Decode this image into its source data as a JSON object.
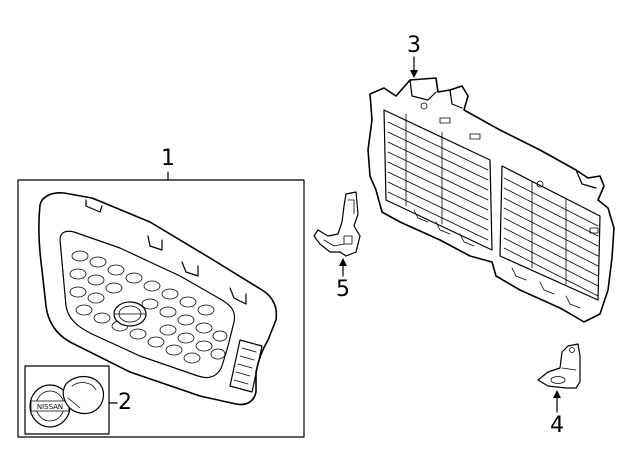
{
  "diagram": {
    "callouts": [
      {
        "id": "1",
        "label": "1",
        "part": "grille-assembly"
      },
      {
        "id": "2",
        "label": "2",
        "part": "emblem"
      },
      {
        "id": "3",
        "label": "3",
        "part": "air-guide-frame"
      },
      {
        "id": "4",
        "label": "4",
        "part": "bracket"
      },
      {
        "id": "5",
        "label": "5",
        "part": "clip-bracket"
      }
    ],
    "emblem_text": "NISSAN"
  }
}
